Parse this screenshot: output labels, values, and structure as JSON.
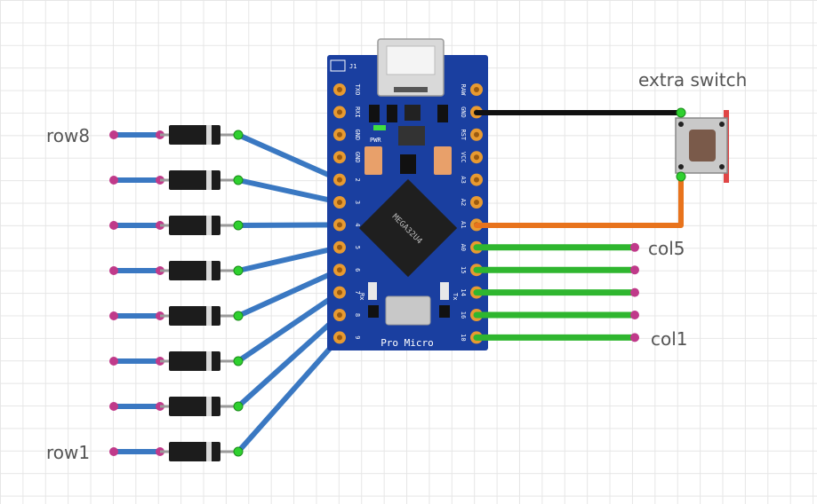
{
  "labels": {
    "row_top": "row8",
    "row_bottom": "row1",
    "col_top": "col5",
    "col_bottom": "col1",
    "switch": "extra switch"
  },
  "board": {
    "name": "Pro Micro",
    "chip": "MEGA32U4",
    "pwr": "PWR",
    "rx": "Rx",
    "tx": "Tx",
    "j1": "J1",
    "left_pins": [
      "TXO",
      "RXI",
      "GND",
      "GND",
      "2",
      "3",
      "4",
      "5",
      "6",
      "7",
      "8",
      "9"
    ],
    "right_pins": [
      "RAW",
      "GND",
      "RST",
      "VCC",
      "A3",
      "A2",
      "A1",
      "A0",
      "15",
      "14",
      "16",
      "10"
    ]
  },
  "colors": {
    "board": "#1a3fa0",
    "row_wire": "#3a78c2",
    "col_wire": "#2fb62f",
    "gnd_wire": "#111111",
    "a1_wire": "#e8731c",
    "pin_pad": "#e89a30",
    "diode": "#1c1c1c"
  }
}
